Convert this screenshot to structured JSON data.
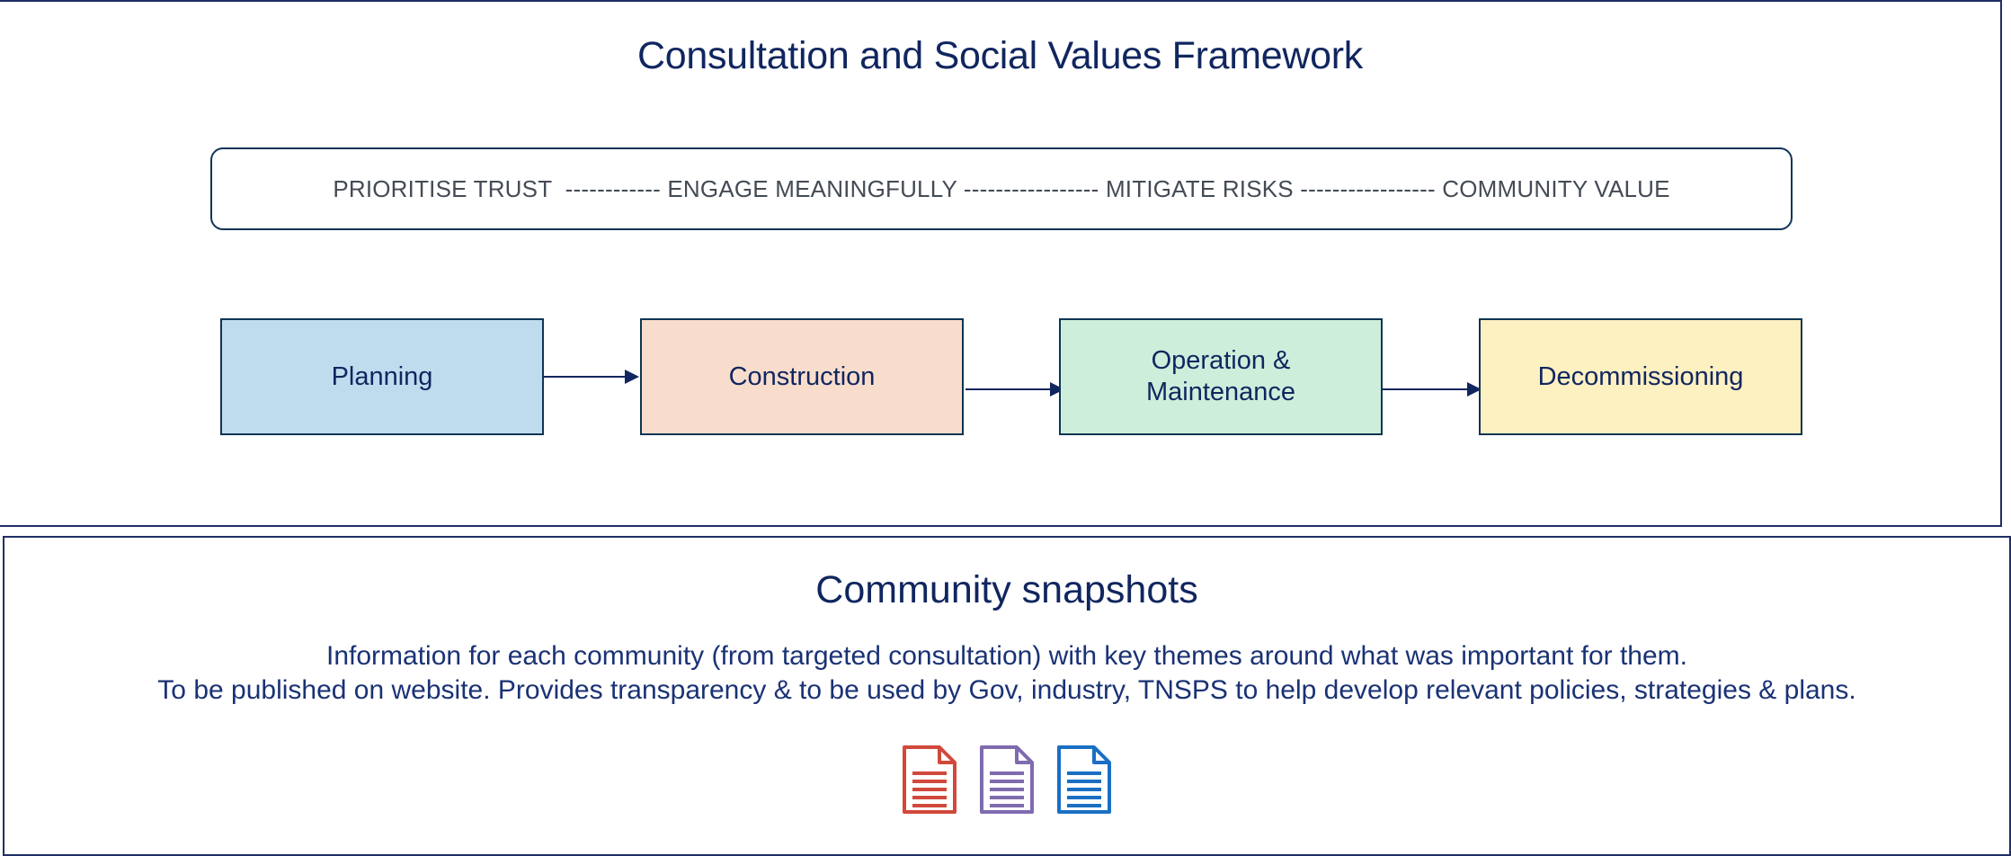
{
  "framework": {
    "title": "Consultation and Social Values Framework",
    "values_line": "PRIORITISE TRUST  ------------ ENGAGE MEANINGFULLY ----------------- MITIGATE RISKS ----------------- COMMUNITY VALUE",
    "stages": [
      {
        "label": "Planning",
        "color": "#bfdcef"
      },
      {
        "label": "Construction",
        "color": "#f8ddcd"
      },
      {
        "label_line1": "Operation &",
        "label_line2": "Maintenance",
        "color": "#cdeedb"
      },
      {
        "label": "Decommissioning",
        "color": "#fdf0c1"
      }
    ]
  },
  "snapshots": {
    "title": "Community snapshots",
    "line1": "Information for each community (from targeted consultation) with key themes around what was important for them.",
    "line2": "To be published on website. Provides transparency & to be used by Gov, industry, TNSPS to help develop relevant policies, strategies & plans.",
    "icons": [
      {
        "name": "document-icon",
        "color": "#d1493b"
      },
      {
        "name": "document-icon",
        "color": "#7f6bb0"
      },
      {
        "name": "document-icon",
        "color": "#1a6fc4"
      }
    ]
  },
  "colors": {
    "title": "#10265f",
    "border": "#1f2f66",
    "values_text": "#444b55"
  }
}
